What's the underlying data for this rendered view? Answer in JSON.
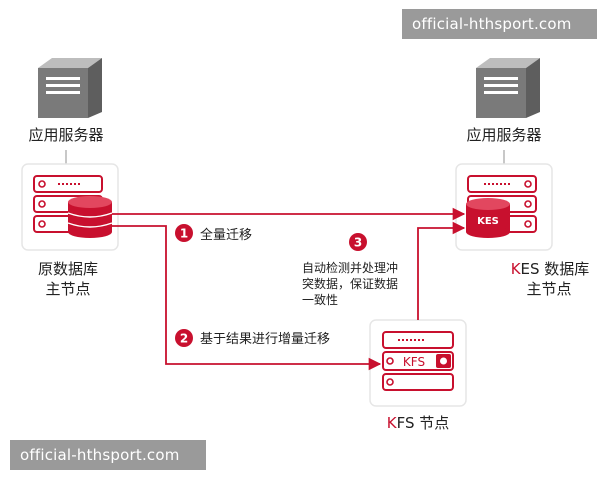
{
  "colors": {
    "accent": "#c8102e",
    "server_gray": "#7a7a7a",
    "box_border": "#e6e6e6",
    "text": "#222222",
    "gray_line": "#b5b5b5"
  },
  "watermark_top": "official-hthsport.com",
  "watermark_bottom": "official-hthsport.com",
  "left_app_label": "应用服务器",
  "right_app_label": "应用服务器",
  "source_label_line1": "原数据库",
  "source_label_line2": "主节点",
  "kes_label_k": "K",
  "kes_label_rest": "ES 数据库",
  "kes_label_line2": "主节点",
  "kfs_label_k": "K",
  "kfs_label_rest": "FS 节点",
  "kes_db_text": "KES",
  "kfs_db_text": "KFS",
  "step1_number": "1",
  "step1_label": "全量迁移",
  "step2_number": "2",
  "step2_label": "基于结果进行增量迁移",
  "step3_number": "3",
  "step3_line1": "自动检测并处理冲",
  "step3_line2": "突数据，保证数据",
  "step3_line3": "一致性"
}
